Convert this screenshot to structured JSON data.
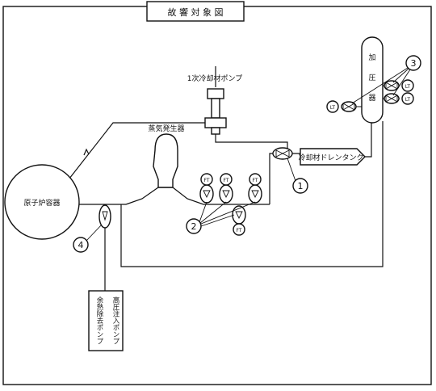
{
  "title": "故 響 対 象 図",
  "labels": {
    "primary_pump": "1次冷却材ポンプ",
    "steam_generator": "蒸気発生器",
    "reactor_vessel": "原子炉容器",
    "pressurizer": [
      "加",
      "圧",
      "器"
    ],
    "drain_tank": "冷却材ドレンタンク",
    "injection_pump": [
      "高圧注入ポンプ",
      "余熱除去ポンプ"
    ]
  },
  "instruments": {
    "ft": "FT",
    "lt": "LT"
  },
  "markers": {
    "m1": "1",
    "m2": "2",
    "m3": "3",
    "m4": "4"
  }
}
